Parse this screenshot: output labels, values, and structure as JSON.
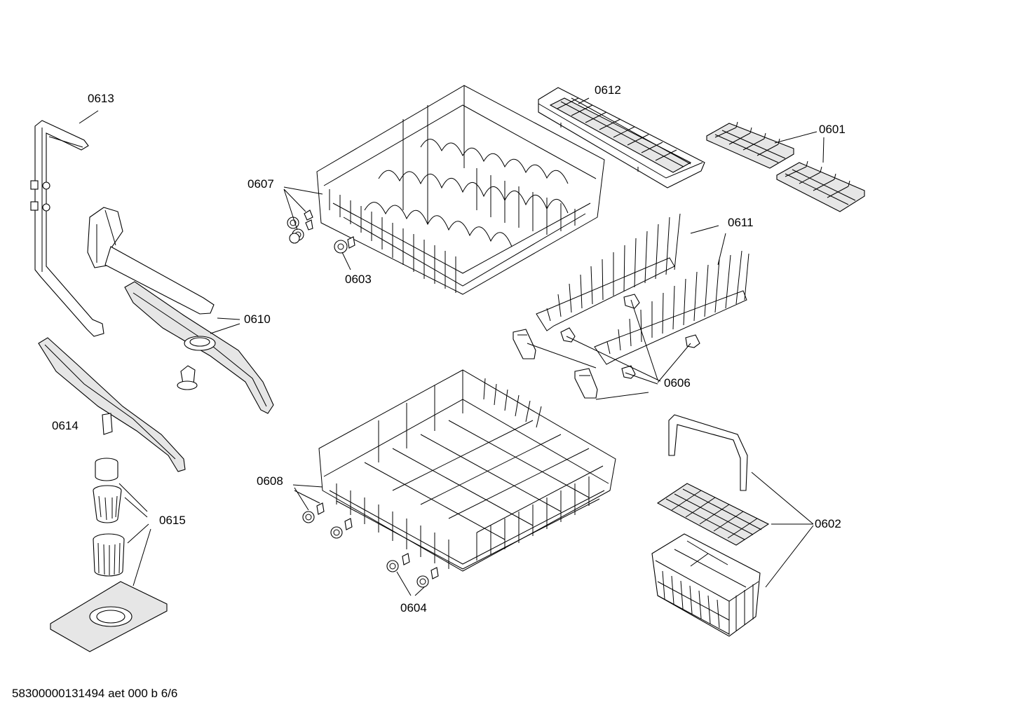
{
  "labels": {
    "p0613": "0613",
    "p0612": "0612",
    "p0601": "0601",
    "p0607": "0607",
    "p0611": "0611",
    "p0603": "0603",
    "p0610": "0610",
    "p0606": "0606",
    "p0614": "0614",
    "p0608": "0608",
    "p0615": "0615",
    "p0602": "0602",
    "p0604": "0604"
  },
  "footer": {
    "text": "58300000131494 aet 000 b 6/6"
  }
}
